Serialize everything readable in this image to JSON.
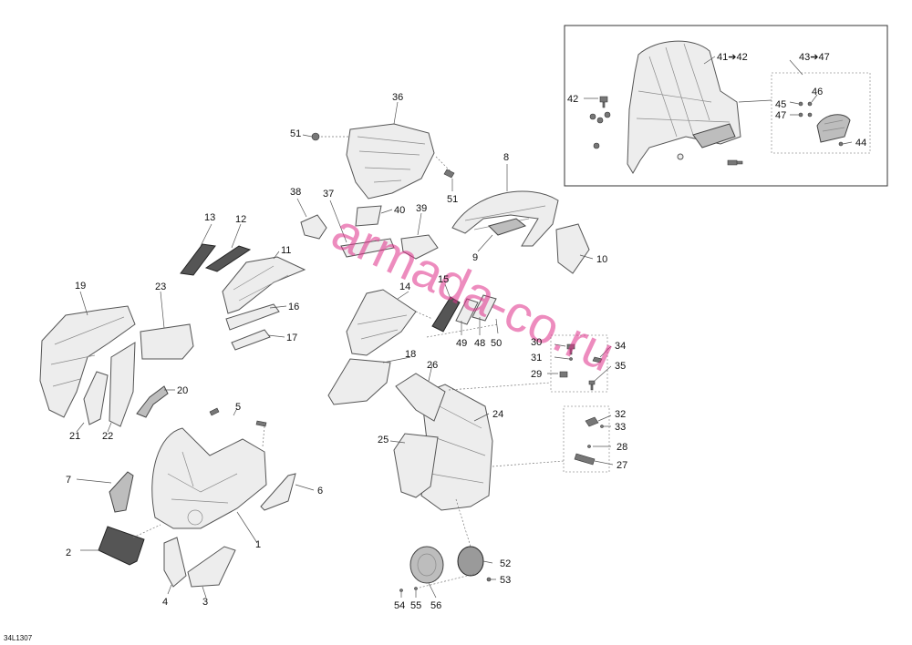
{
  "diagram_code": "34L1307",
  "watermark": "armada-co.ru",
  "callouts": [
    {
      "id": "c1",
      "label": "1"
    },
    {
      "id": "c2",
      "label": "2"
    },
    {
      "id": "c3",
      "label": "3"
    },
    {
      "id": "c4",
      "label": "4"
    },
    {
      "id": "c5",
      "label": "5"
    },
    {
      "id": "c6",
      "label": "6"
    },
    {
      "id": "c7",
      "label": "7"
    },
    {
      "id": "c8",
      "label": "8"
    },
    {
      "id": "c9",
      "label": "9"
    },
    {
      "id": "c10",
      "label": "10"
    },
    {
      "id": "c11",
      "label": "11"
    },
    {
      "id": "c12",
      "label": "12"
    },
    {
      "id": "c13",
      "label": "13"
    },
    {
      "id": "c14",
      "label": "14"
    },
    {
      "id": "c15",
      "label": "15"
    },
    {
      "id": "c16",
      "label": "16"
    },
    {
      "id": "c17",
      "label": "17"
    },
    {
      "id": "c18",
      "label": "18"
    },
    {
      "id": "c19",
      "label": "19"
    },
    {
      "id": "c20",
      "label": "20"
    },
    {
      "id": "c21",
      "label": "21"
    },
    {
      "id": "c22",
      "label": "22"
    },
    {
      "id": "c23",
      "label": "23"
    },
    {
      "id": "c24",
      "label": "24"
    },
    {
      "id": "c25",
      "label": "25"
    },
    {
      "id": "c26",
      "label": "26"
    },
    {
      "id": "c27",
      "label": "27"
    },
    {
      "id": "c28",
      "label": "28"
    },
    {
      "id": "c29",
      "label": "29"
    },
    {
      "id": "c30",
      "label": "30"
    },
    {
      "id": "c31",
      "label": "31"
    },
    {
      "id": "c32",
      "label": "32"
    },
    {
      "id": "c33",
      "label": "33"
    },
    {
      "id": "c34",
      "label": "34"
    },
    {
      "id": "c35",
      "label": "35"
    },
    {
      "id": "c36",
      "label": "36"
    },
    {
      "id": "c37",
      "label": "37"
    },
    {
      "id": "c38",
      "label": "38"
    },
    {
      "id": "c39",
      "label": "39"
    },
    {
      "id": "c40",
      "label": "40"
    },
    {
      "id": "c41",
      "label": "41➔42"
    },
    {
      "id": "c42",
      "label": "42"
    },
    {
      "id": "c43",
      "label": "43➔47"
    },
    {
      "id": "c44",
      "label": "44"
    },
    {
      "id": "c45",
      "label": "45"
    },
    {
      "id": "c46",
      "label": "46"
    },
    {
      "id": "c47",
      "label": "47"
    },
    {
      "id": "c48",
      "label": "48"
    },
    {
      "id": "c49",
      "label": "49"
    },
    {
      "id": "c50",
      "label": "50"
    },
    {
      "id": "c51a",
      "label": "51"
    },
    {
      "id": "c51b",
      "label": "51"
    },
    {
      "id": "c52",
      "label": "52"
    },
    {
      "id": "c53",
      "label": "53"
    },
    {
      "id": "c54",
      "label": "54"
    },
    {
      "id": "c55",
      "label": "55"
    },
    {
      "id": "c56",
      "label": "56"
    }
  ]
}
